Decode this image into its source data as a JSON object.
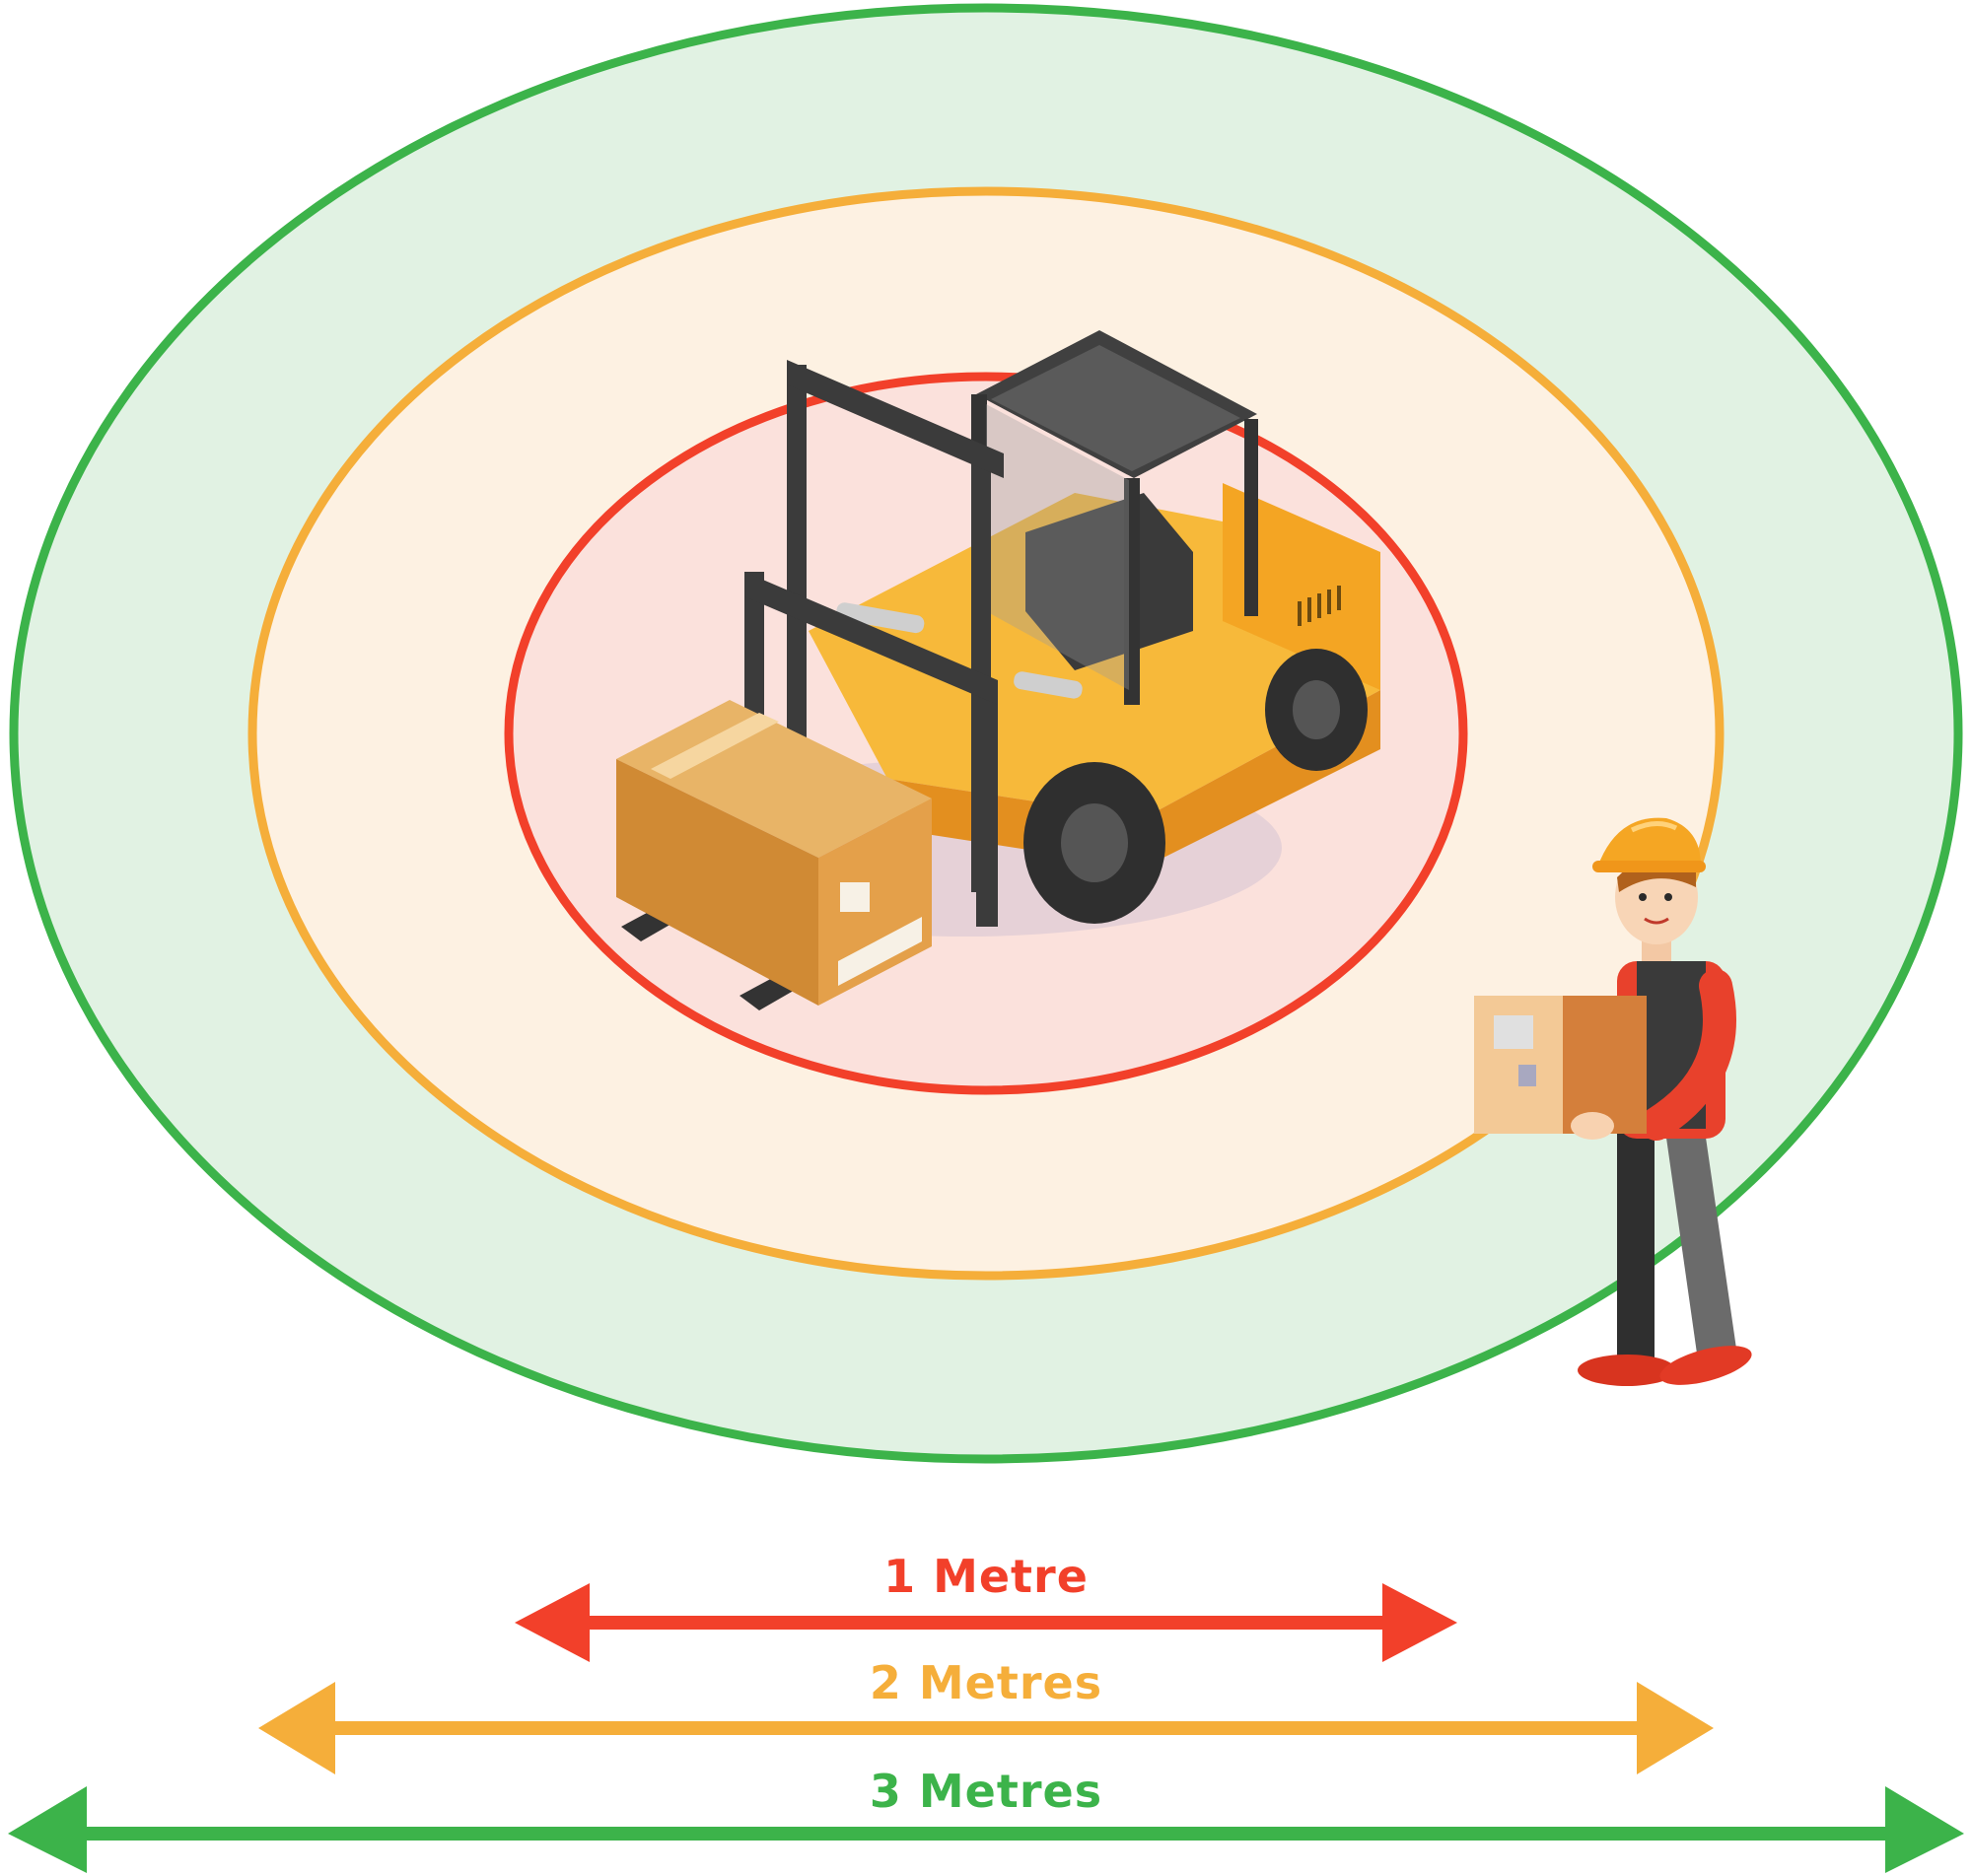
{
  "zones": [
    {
      "label": "1 Metre",
      "color": "#f2402a",
      "fill": "#fbe1dc"
    },
    {
      "label": "2 Metres",
      "color": "#f5ae3a",
      "fill": "#fdf1e2"
    },
    {
      "label": "3 Metres",
      "color": "#3cb34a",
      "fill": "#e1f2e3"
    }
  ],
  "illustration": {
    "vehicle": "forklift",
    "load": "cardboard-boxes",
    "person": "warehouse-worker-with-hard-hat-carrying-box"
  }
}
